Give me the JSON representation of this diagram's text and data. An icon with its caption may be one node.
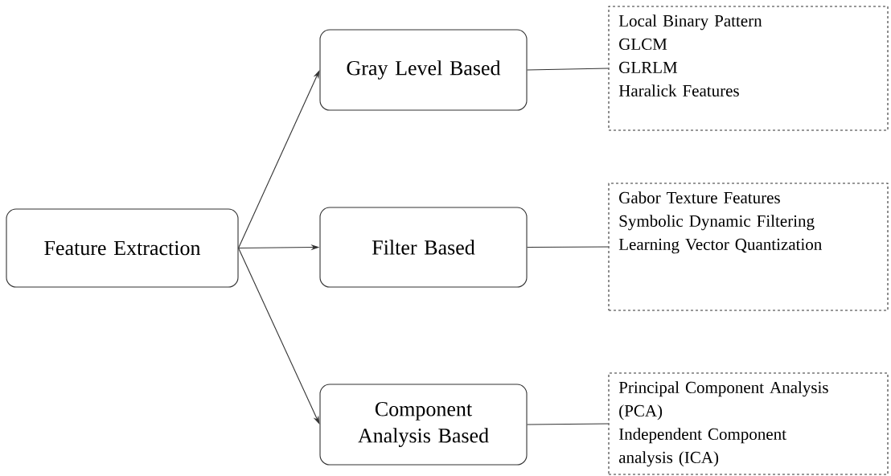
{
  "diagram": {
    "nodes": [
      {
        "text": [
          "Feature Extraction"
        ]
      },
      {
        "text": [
          "Gray Level Based"
        ]
      },
      {
        "text": [
          "Filter Based"
        ]
      },
      {
        "text": [
          "Component Analysis Based"
        ]
      },
      {
        "text": [
          "Local Binary Pattern",
          "GLCM",
          "GLRLM",
          "Haralick Features"
        ]
      },
      {
        "text": [
          "Gabor Texture Features",
          "Symbolic Dynamic Filtering",
          "Learning Vector Quantization"
        ]
      },
      {
        "text": [
          "Principal Component Analysis (PCA)",
          "Independent Component analysis (ICA)"
        ]
      }
    ],
    "edges": [
      {
        "from": 0,
        "to": 1,
        "arrow": "to"
      },
      {
        "from": 0,
        "to": 2,
        "arrow": "to"
      },
      {
        "from": 0,
        "to": 3,
        "arrow": "to"
      },
      {
        "from": 1,
        "to": 4,
        "arrow": "none"
      },
      {
        "from": 2,
        "to": 5,
        "arrow": "none"
      },
      {
        "from": 3,
        "to": 6,
        "arrow": "none"
      }
    ]
  }
}
